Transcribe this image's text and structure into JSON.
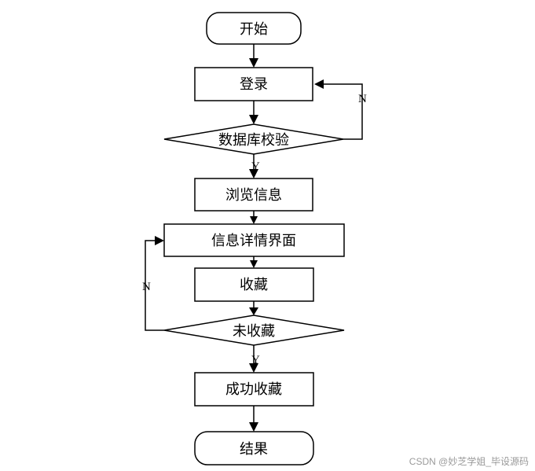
{
  "nodes": {
    "start": "开始",
    "login": "登录",
    "db_check": "数据库校验",
    "browse": "浏览信息",
    "detail": "信息详情界面",
    "favorite": "收藏",
    "not_favorited": "未收藏",
    "success": "成功收藏",
    "end": "结果"
  },
  "branches": {
    "db_check_no": "N",
    "db_check_yes": "Y",
    "not_favorited_no": "N",
    "not_favorited_yes": "Y"
  },
  "watermark": "CSDN @妙芝学姐_毕设源码"
}
